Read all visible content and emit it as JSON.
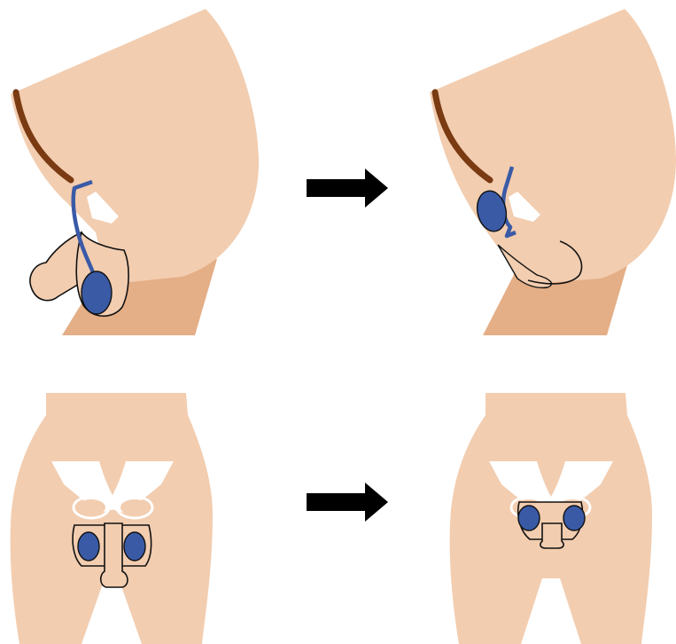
{
  "colors": {
    "skin": "#F2CDB0",
    "skin_shadow": "#E4AE86",
    "spine": "#7A3A12",
    "bone": "#FFFFFF",
    "testis": "#3A5AA6",
    "cord": "#3A5AA6",
    "outline": "#111111",
    "arrow": "#000000"
  },
  "panels": [
    {
      "name": "side-view-before"
    },
    {
      "name": "side-view-after"
    },
    {
      "name": "front-view-before"
    },
    {
      "name": "front-view-after"
    }
  ],
  "arrows": [
    {
      "name": "transition-arrow-top",
      "icon": "right-arrow-icon"
    },
    {
      "name": "transition-arrow-bottom",
      "icon": "right-arrow-icon"
    }
  ]
}
